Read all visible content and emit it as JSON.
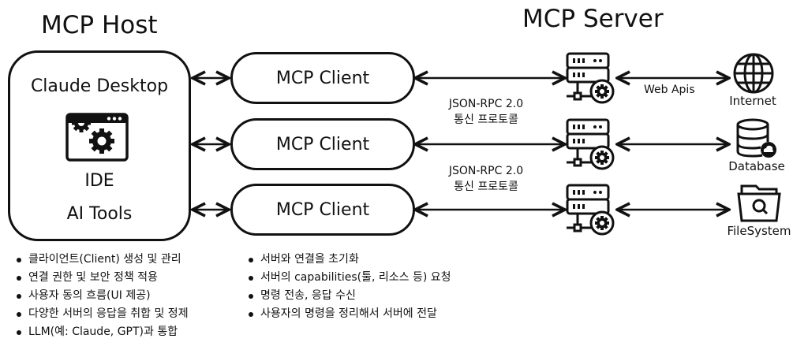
{
  "host": {
    "title": "MCP Host",
    "app_name": "Claude Desktop",
    "icon": "app-settings-window-icon",
    "items": [
      "IDE",
      "AI Tools"
    ],
    "responsibilities": [
      "클라이언트(Client) 생성 및 관리",
      "연결 권한 및 보안 정책 적용",
      "사용자 동의 흐름(UI 제공)",
      "다양한 서버의 응답을 취합 및 정제",
      "LLM(예: Claude, GPT)과 통합"
    ]
  },
  "clients": [
    {
      "label": "MCP Client"
    },
    {
      "label": "MCP Client"
    },
    {
      "label": "MCP Client"
    }
  ],
  "client_responsibilities": [
    "서버와 연결을 초기화",
    "서버의 capabilities(툴, 리소스 등) 요청",
    "명령 전송, 응답 수신",
    "사용자의 명령을 정리해서 서버에 전달"
  ],
  "protocol_labels": [
    {
      "line1": "JSON-RPC 2.0",
      "line2": "통신 프로토콜"
    },
    {
      "line1": "JSON-RPC 2.0",
      "line2": "통신 프로토콜"
    }
  ],
  "server": {
    "title": "MCP Server",
    "icon": "server-gear-icon"
  },
  "endpoints": [
    {
      "label": "Internet",
      "icon": "globe-icon",
      "link_label": "Web Apis"
    },
    {
      "label": "Database",
      "icon": "database-cloud-icon",
      "link_label": ""
    },
    {
      "label": "FileSystem",
      "icon": "folder-search-icon",
      "link_label": ""
    }
  ]
}
